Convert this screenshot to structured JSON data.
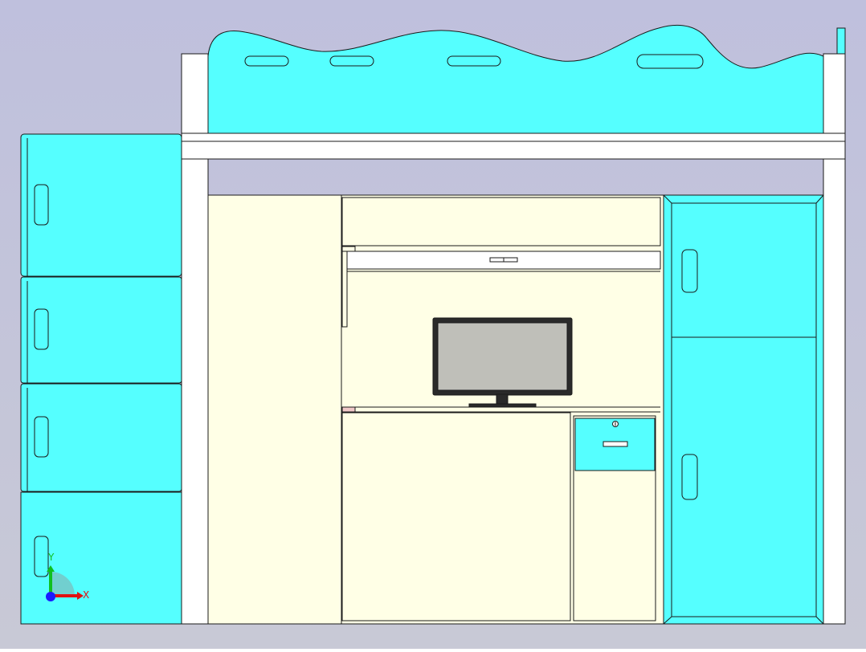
{
  "viewport": {
    "background_top": "#bfc0dd",
    "background_bottom": "#c8c9d6"
  },
  "colors": {
    "cyan_panel": "#55ffff",
    "cream_panel": "#ffffe6",
    "white_frame": "#ffffff",
    "outline": "#1a1a1a",
    "monitor_screen": "#bfbfb9",
    "monitor_bezel": "#2a2a2a",
    "shelf_accent": "#f0c8c8"
  },
  "axis_triad": {
    "x_label": "X",
    "y_label": "Y",
    "x_color": "#e01010",
    "y_color": "#10c020",
    "origin_color": "#1a1aff",
    "icons": [
      "x-axis-arrow-icon",
      "y-axis-arrow-icon",
      "origin-dot-icon"
    ]
  },
  "model": {
    "components": [
      "bed-guard-wave-panel",
      "bed-frame-post-left",
      "bed-frame-post-right",
      "bed-rail-beam",
      "stair-cabinet-step-1",
      "stair-cabinet-step-2",
      "stair-cabinet-step-3",
      "stair-cabinet-step-4",
      "side-bookcase-panel",
      "desk-top-cabinet",
      "desk-shelf",
      "computer-monitor",
      "desk-knee-space-panel",
      "desk-drawer",
      "desk-pedestal",
      "wardrobe-upper-door",
      "wardrobe-lower-door"
    ]
  }
}
